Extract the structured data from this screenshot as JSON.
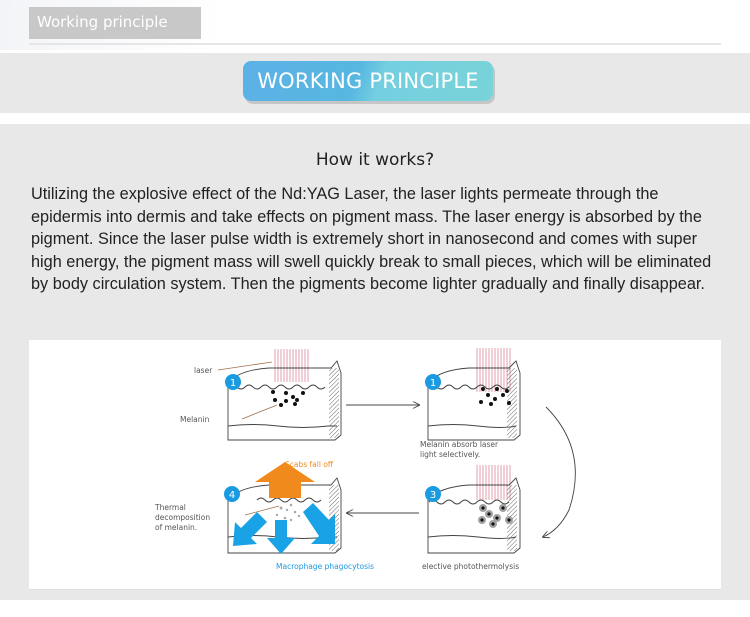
{
  "header": {
    "tab_label": "Working principle"
  },
  "section": {
    "title": "WORKING PRINCIPLE",
    "title_gradient": [
      "#5cb1e6",
      "#79d3d8"
    ]
  },
  "content": {
    "heading": "How it works?",
    "paragraph": "Utilizing the explosive effect of the Nd:YAG Laser, the laser lights permeate through the epidermis into dermis and take effects on pigment mass. The laser energy is absorbed by the pigment. Since the laser pulse width is extremely short in nanosecond and comes with super high energy, the pigment mass will swell quickly break to small pieces, which will be eliminated by  body circulation system. Then the pigments become lighter gradually and finally disappear."
  },
  "diagram": {
    "steps": [
      {
        "number": "1",
        "labels": [
          "laser",
          "Melanin"
        ]
      },
      {
        "number": "1",
        "caption": [
          "Melanin absorb laser",
          "light selectively."
        ]
      },
      {
        "number": "3",
        "caption": [
          "elective photothermolysis"
        ]
      },
      {
        "number": "4",
        "labels": [
          "Thermal",
          "decomposition",
          "of melanin."
        ],
        "top_label": "Scabs fall off",
        "bottom_label": "Macrophage phagocytosis"
      }
    ],
    "colors": {
      "step_badge": "#1a9ae0",
      "laser": "#d98a9a",
      "up_arrow": "#f08a1c",
      "down_arrows": "#1aa2e6",
      "macrophage_text": "#1a9ae0",
      "scabs_text": "#f08a1c"
    }
  }
}
